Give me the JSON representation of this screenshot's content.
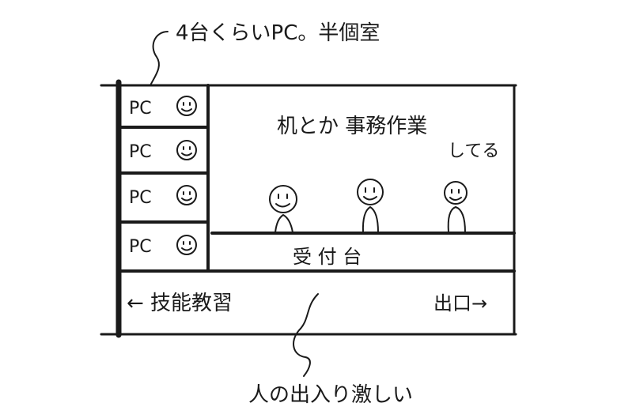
{
  "annotations": {
    "top_note": "4台くらいPC。半個室",
    "bottom_note": "人の出入り激しい"
  },
  "booths": [
    {
      "label": "PC"
    },
    {
      "label": "PC"
    },
    {
      "label": "PC"
    },
    {
      "label": "PC"
    }
  ],
  "office": {
    "work_note_line1": "机とか 事務作業",
    "work_note_line2": "してる",
    "staff_count": 3
  },
  "counter": {
    "label": "受 付 台"
  },
  "corridor": {
    "left_label": "← 技能教習",
    "right_label": "出口→"
  }
}
